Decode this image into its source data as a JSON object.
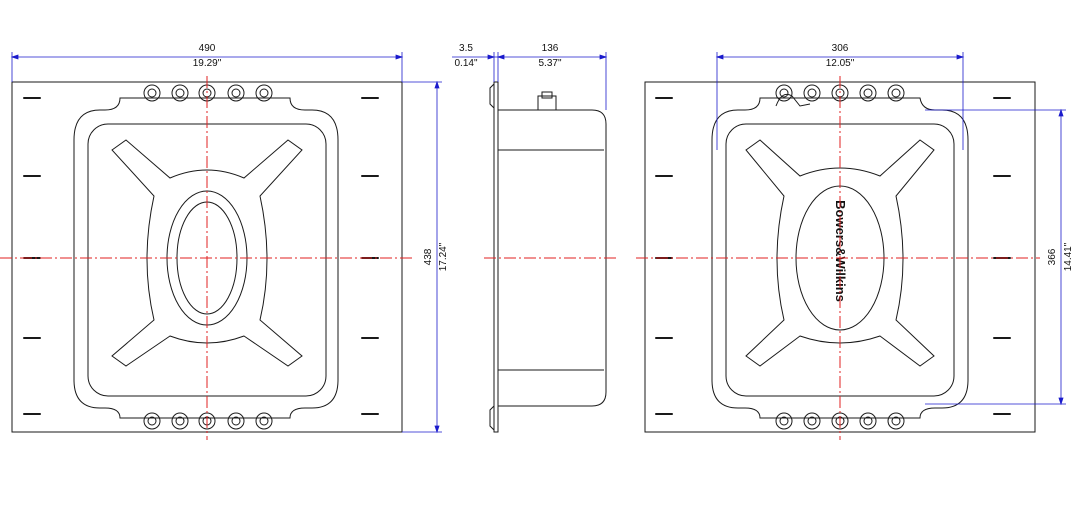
{
  "colors": {
    "outline": "#1a1a1a",
    "dimension": "#1a1acc",
    "centerline": "#e02020",
    "background": "#ffffff"
  },
  "front_view": {
    "width_mm": "490",
    "width_in": "19.29\"",
    "height_mm": "438",
    "height_in": "17.24\""
  },
  "side_view": {
    "flange_mm": "3.5",
    "flange_in": "0.14\"",
    "depth_mm": "136",
    "depth_in": "5.37\""
  },
  "rear_view": {
    "width_mm": "306",
    "width_in": "12.05\"",
    "height_mm": "366",
    "height_in": "14.41\"",
    "brand": "Bowers&Wilkins"
  }
}
